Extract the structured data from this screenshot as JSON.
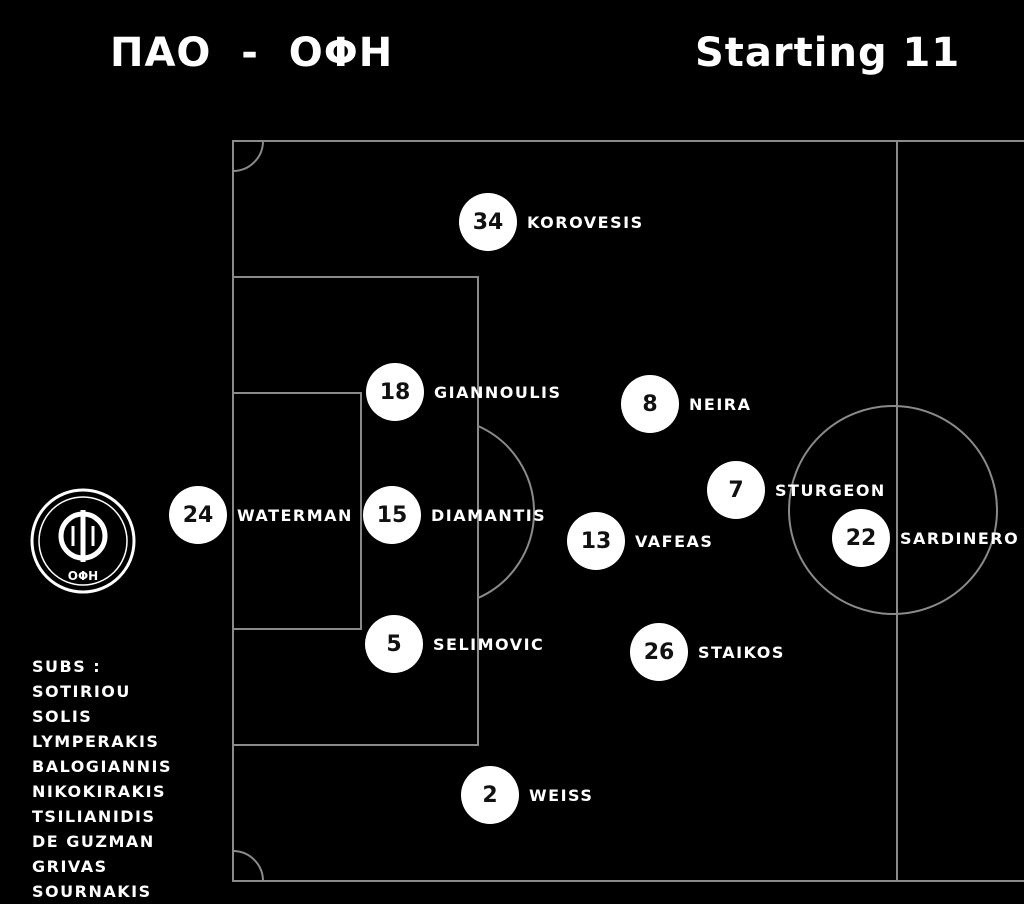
{
  "header": {
    "match": "ΠΑΟ  -  ΟΦΗ",
    "lineup_label": "Starting 11"
  },
  "team": {
    "crest_text": "ΟΦΗ"
  },
  "players": [
    {
      "number": "34",
      "name": "KOROVESIS"
    },
    {
      "number": "18",
      "name": "GIANNOULIS"
    },
    {
      "number": "8",
      "name": "NEIRA"
    },
    {
      "number": "7",
      "name": "STURGEON"
    },
    {
      "number": "24",
      "name": "WATERMAN"
    },
    {
      "number": "15",
      "name": "DIAMANTIS"
    },
    {
      "number": "13",
      "name": "VAFEAS"
    },
    {
      "number": "22",
      "name": "SARDINERO"
    },
    {
      "number": "5",
      "name": "SELIMOVIC"
    },
    {
      "number": "26",
      "name": "STAIKOS"
    },
    {
      "number": "2",
      "name": "WEISS"
    }
  ],
  "subs": {
    "label": "SUBS :",
    "names": [
      "SOTIRIOU",
      "SOLIS",
      "LYMPERAKIS",
      "BALOGIANNIS",
      "NIKOKIRAKIS",
      "TSILIANIDIS",
      "DE GUZMAN",
      "GRIVAS",
      "SOURNAKIS"
    ]
  },
  "colors": {
    "background": "#000000",
    "lines": "#8a8a8a",
    "badge": "#ffffff"
  }
}
